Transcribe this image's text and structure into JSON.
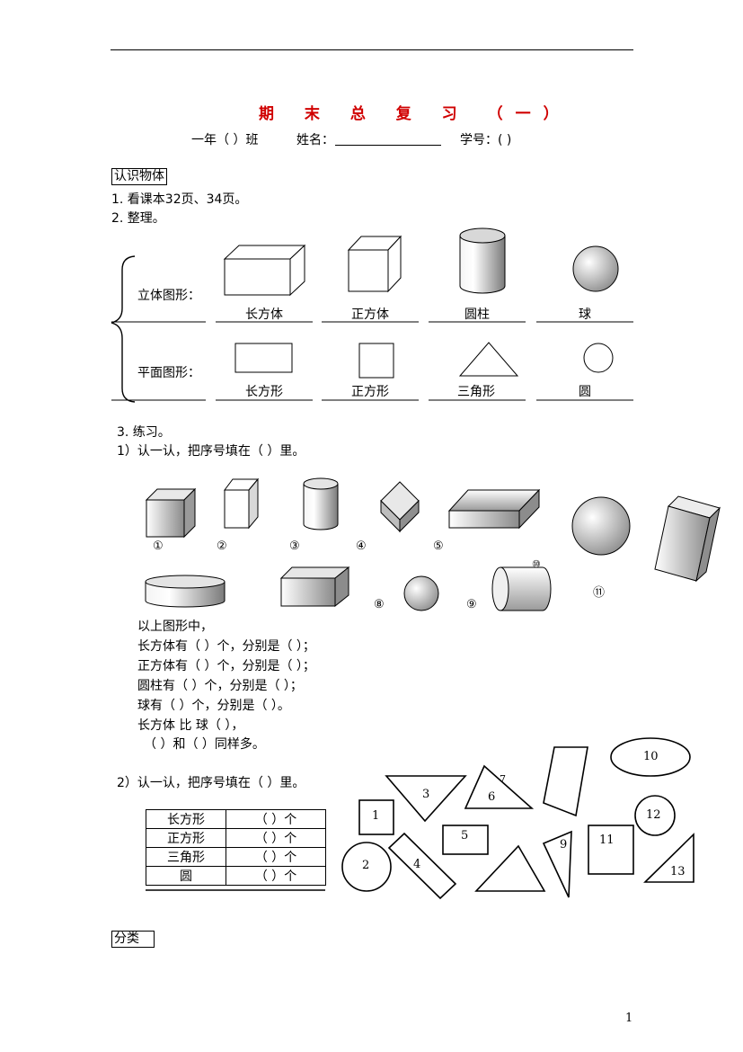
{
  "header": {
    "title": "期 末 总 复 习 （一）",
    "class_label": "一年（    ）班",
    "name_label": "姓名：",
    "student_no_label": "学号：(          )"
  },
  "section1": {
    "heading": "认识物体",
    "item1": "1.  看课本32页、34页。",
    "item2": "2.  整理。",
    "row_solid_label": "立体图形：",
    "row_plane_label": "平面图形：",
    "solids": [
      "长方体",
      "正方体",
      "圆柱",
      "球"
    ],
    "planes": [
      "长方形",
      "正方形",
      "三角形",
      "圆"
    ]
  },
  "exercise": {
    "heading": "3.  练习。",
    "q1": "1）认一认，把序号填在（    ）里。",
    "shape_numbers": [
      "①",
      "②",
      "③",
      "④",
      "⑤",
      "⑧",
      "⑨",
      "⑩",
      "⑪"
    ],
    "lines": [
      "以上图形中，",
      "长方体有（      ）个，分别是（                              ）；",
      "正方体有（      ）个，分别是（                              ）；",
      "圆柱有（      ）个，分别是（                              ）；",
      "球有（      ）个，分别是（                            ）。",
      "长方体 比 球（                        ），",
      "（              ）和（              ）同样多。"
    ],
    "q2": "2）认一认，把序号填在（    ）里。",
    "table": [
      [
        "长方形",
        "（      ）个"
      ],
      [
        "正方形",
        "（      ）个"
      ],
      [
        "三角形",
        "（      ）个"
      ],
      [
        "圆",
        "（      ）个"
      ]
    ],
    "plane_numbers": [
      "1",
      "2",
      "3",
      "4",
      "5",
      "6",
      "7",
      "9",
      "10",
      "11",
      "12",
      "13"
    ]
  },
  "section2": {
    "heading": "分类"
  },
  "footer": {
    "page_number": "1"
  }
}
